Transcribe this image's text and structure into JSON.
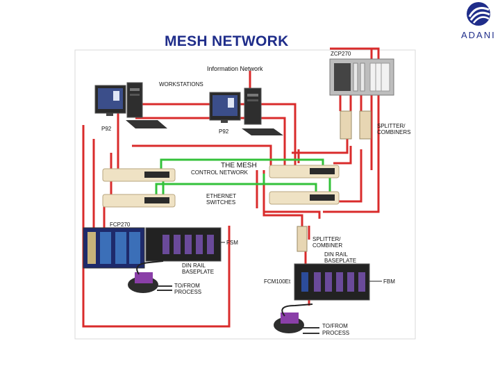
{
  "title": "MESH NETWORK",
  "logo": {
    "text": "ADANI",
    "color": "#1f2d8a"
  },
  "labels": {
    "zcp": "ZCP270",
    "info_network": "Information Network",
    "workstations": "WORKSTATIONS",
    "p92_left": "P92",
    "p92_right": "P92",
    "splitter_top_1": "SPLITTER/",
    "splitter_top_2": "COMBINERS",
    "mesh_1": "THE MESH",
    "mesh_2": "CONTROL NETWORK",
    "ethernet_1": "ETHERNET",
    "ethernet_2": "SWITCHES",
    "fcp": "FCP270",
    "fsm": "FSM",
    "din_left_1": "DIN RAIL",
    "din_left_2": "BASEPLATE",
    "tofrom_left_1": "TO/FROM",
    "tofrom_left_2": "PROCESS",
    "splitter_bot_1": "SPLITTER/",
    "splitter_bot_2": "COMBINER",
    "din_right_1": "DIN RAIL",
    "din_right_2": "BASEPLATE",
    "fcm": "FCM100Et",
    "fbm": "FBM",
    "tofrom_right_1": "TO/FROM",
    "tofrom_right_2": "PROCESS"
  },
  "colors": {
    "red": "#d92b2b",
    "green": "#33c13a",
    "frame": "#c9c9c9"
  }
}
